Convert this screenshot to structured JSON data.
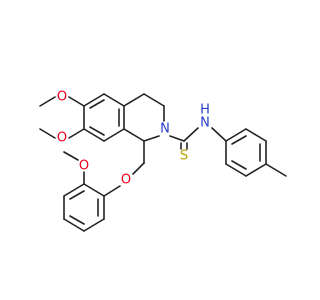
{
  "atoms": {
    "o_top": "O",
    "o_mid": "O",
    "o_ether": "O",
    "o_bottom": "O",
    "n_ring": "N",
    "n_amide": "N",
    "h_amide": "H",
    "s_thio": "S"
  },
  "colors": {
    "bond": "#222222",
    "oxygen": "#e8001c",
    "nitrogen": "#2a3ccf",
    "sulfur": "#b8a200"
  }
}
